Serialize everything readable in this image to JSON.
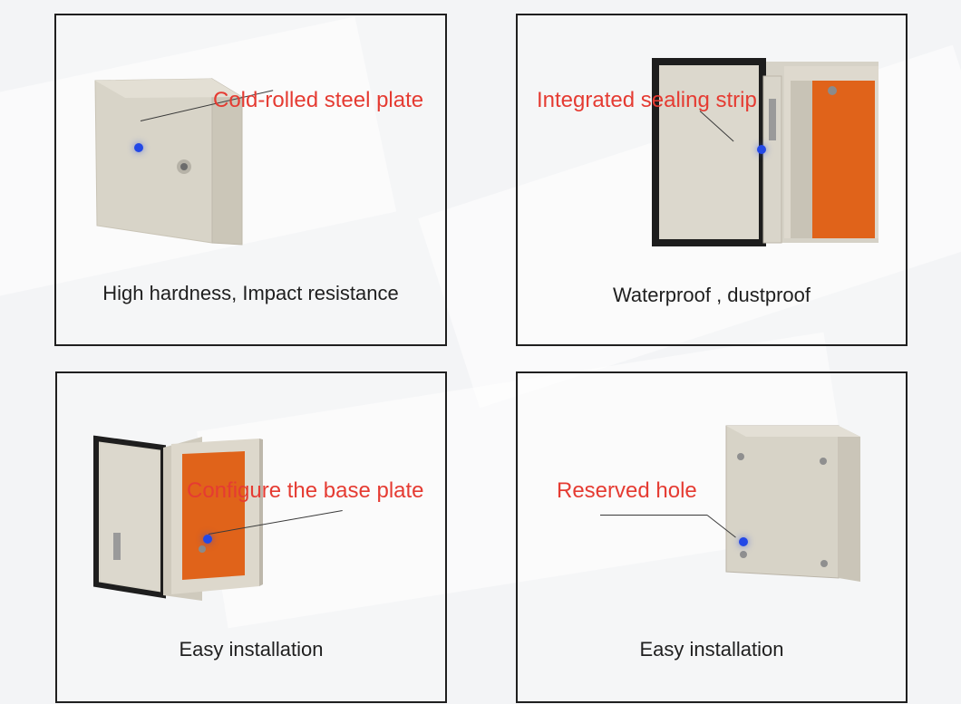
{
  "panels": [
    {
      "label": "Cold-rolled steel plate",
      "caption": "High hardness, Impact resistance"
    },
    {
      "label": "Integrated sealing strip",
      "caption": "Waterproof , dustproof"
    },
    {
      "label": "Configure the base plate",
      "caption": "Easy installation"
    },
    {
      "label": "Reserved hole",
      "caption": "Easy installation"
    }
  ],
  "colors": {
    "label": "#e53b32",
    "dot": "#2348e6",
    "panel_border": "#1f1f1f",
    "cabinet_body": "#d9d5c8",
    "mounting_plate": "#e0631a",
    "seal": "#1c1c1c"
  }
}
